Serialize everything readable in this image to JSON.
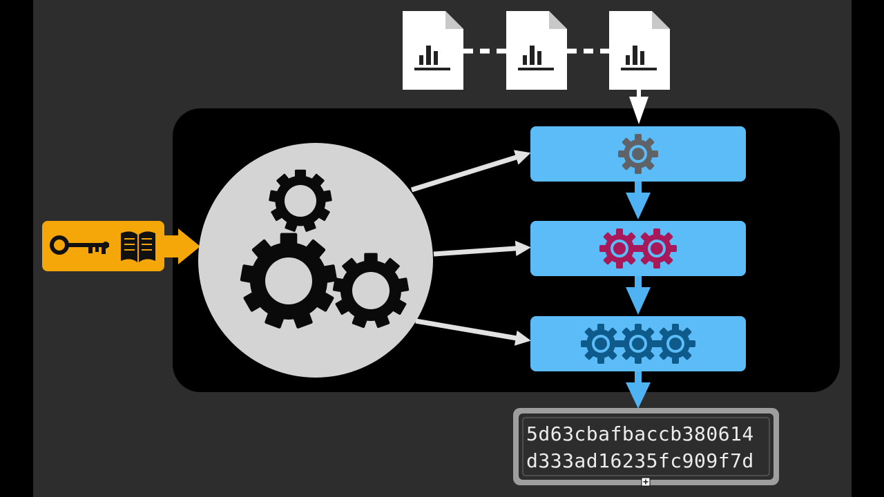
{
  "colors": {
    "page_background": "#000000",
    "slide_background": "#2d2d2d",
    "core_panel": "#000000",
    "engine_circle": "#d4d4d4",
    "input_badge": "#f5a70a",
    "stage_box": "#5bbcf8",
    "gear_stage1": "#5f6368",
    "gear_stage2": "#a8195a",
    "gear_stage3": "#0e5a8a",
    "connector_arrow": "#e2e2e2",
    "flow_arrow": "#4fb2f3",
    "output_frame": "#9e9e9e"
  },
  "icons": {
    "input": [
      "key-icon",
      "open-book-icon"
    ],
    "engine": "gears-icon",
    "data_blocks": "bar-chart-document-icon",
    "stage_gears": "gear-icon"
  },
  "data_blocks": {
    "count": 3
  },
  "stages": [
    {
      "gear_count": 1
    },
    {
      "gear_count": 2
    },
    {
      "gear_count": 3
    }
  ],
  "output": {
    "lines": [
      "5d63cbafbaccb380614",
      "d333ad16235fc909f7d"
    ]
  }
}
